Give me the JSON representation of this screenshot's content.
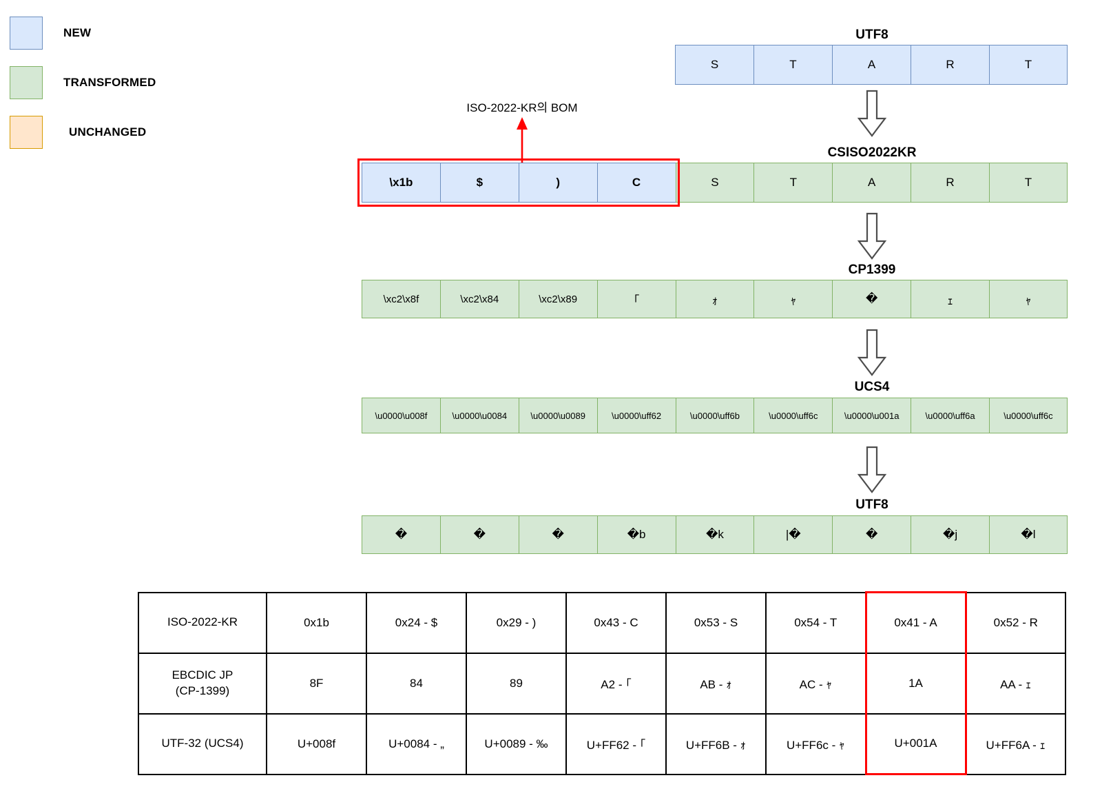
{
  "legend": {
    "items": [
      {
        "label": "NEW",
        "color": "#dae8fc",
        "border": "#6c8ebf",
        "key": "new"
      },
      {
        "label": "TRANSFORMED",
        "color": "#d5e8d4",
        "border": "#82b366",
        "key": "transformed"
      },
      {
        "label": "UNCHANGED",
        "color": "#ffe6cc",
        "border": "#d79b00",
        "key": "unchanged"
      }
    ]
  },
  "annotation": {
    "bom_note": "ISO-2022-KR의 BOM",
    "highlight_color": "#ff0000"
  },
  "flow": {
    "rows": [
      {
        "title": "UTF8",
        "cells": [
          {
            "text": "S",
            "state": "new"
          },
          {
            "text": "T",
            "state": "new"
          },
          {
            "text": "A",
            "state": "new"
          },
          {
            "text": "R",
            "state": "new"
          },
          {
            "text": "T",
            "state": "new"
          }
        ]
      },
      {
        "title": "CSISO2022KR",
        "cells": [
          {
            "text": "\\x1b",
            "state": "new",
            "bold": true
          },
          {
            "text": "$",
            "state": "new",
            "bold": true
          },
          {
            "text": ")",
            "state": "new",
            "bold": true
          },
          {
            "text": "C",
            "state": "new",
            "bold": true
          },
          {
            "text": "S",
            "state": "transformed"
          },
          {
            "text": "T",
            "state": "transformed"
          },
          {
            "text": "A",
            "state": "transformed"
          },
          {
            "text": "R",
            "state": "transformed"
          },
          {
            "text": "T",
            "state": "transformed"
          }
        ]
      },
      {
        "title": "CP1399",
        "cells": [
          {
            "text": "\\xc2\\x8f",
            "state": "transformed"
          },
          {
            "text": "\\xc2\\x84",
            "state": "transformed"
          },
          {
            "text": "\\xc2\\x89",
            "state": "transformed"
          },
          {
            "text": "｢",
            "state": "transformed"
          },
          {
            "text": "ｫ",
            "state": "transformed"
          },
          {
            "text": "ｬ",
            "state": "transformed"
          },
          {
            "text": "�",
            "state": "transformed"
          },
          {
            "text": "ｪ",
            "state": "transformed"
          },
          {
            "text": "ｬ",
            "state": "transformed"
          }
        ]
      },
      {
        "title": "UCS4",
        "cells": [
          {
            "text": "\\u0000\\u008f",
            "state": "transformed"
          },
          {
            "text": "\\u0000\\u0084",
            "state": "transformed"
          },
          {
            "text": "\\u0000\\u0089",
            "state": "transformed"
          },
          {
            "text": "\\u0000\\uff62",
            "state": "transformed"
          },
          {
            "text": "\\u0000\\uff6b",
            "state": "transformed"
          },
          {
            "text": "\\u0000\\uff6c",
            "state": "transformed"
          },
          {
            "text": "\\u0000\\u001a",
            "state": "transformed"
          },
          {
            "text": "\\u0000\\uff6a",
            "state": "transformed"
          },
          {
            "text": "\\u0000\\uff6c",
            "state": "transformed"
          }
        ]
      },
      {
        "title": "UTF8",
        "cells": [
          {
            "text": "�",
            "state": "transformed"
          },
          {
            "text": "�",
            "state": "transformed"
          },
          {
            "text": "�",
            "state": "transformed"
          },
          {
            "text": "�b",
            "state": "transformed"
          },
          {
            "text": "�k",
            "state": "transformed"
          },
          {
            "text": "|�",
            "state": "transformed"
          },
          {
            "text": "�",
            "state": "transformed"
          },
          {
            "text": "�j",
            "state": "transformed"
          },
          {
            "text": "�l",
            "state": "transformed"
          }
        ]
      }
    ]
  },
  "table": {
    "rows": [
      {
        "header": "ISO-2022-KR",
        "cells": [
          "0x1b",
          "0x24 - $",
          "0x29 - )",
          "0x43 - C",
          "0x53 - S",
          "0x54 - T",
          "0x41 - A",
          "0x52 - R"
        ]
      },
      {
        "header": "EBCDIC JP\n(CP-1399)",
        "header_line1": "EBCDIC JP",
        "header_line2": "(CP-1399)",
        "cells": [
          "8F",
          "84",
          "89",
          "A2 - ｢",
          "AB - ｫ",
          "AC - ｬ",
          "1A",
          "AA - ｪ"
        ]
      },
      {
        "header": "UTF-32 (UCS4)",
        "cells": [
          "U+008f",
          "U+0084 - „",
          "U+0089 - ‰",
          "U+FF62 - ｢",
          "U+FF6B - ｫ",
          "U+FF6c - ｬ",
          "U+001A",
          "U+FF6A - ｪ"
        ]
      }
    ],
    "highlight_column_index": 6
  }
}
